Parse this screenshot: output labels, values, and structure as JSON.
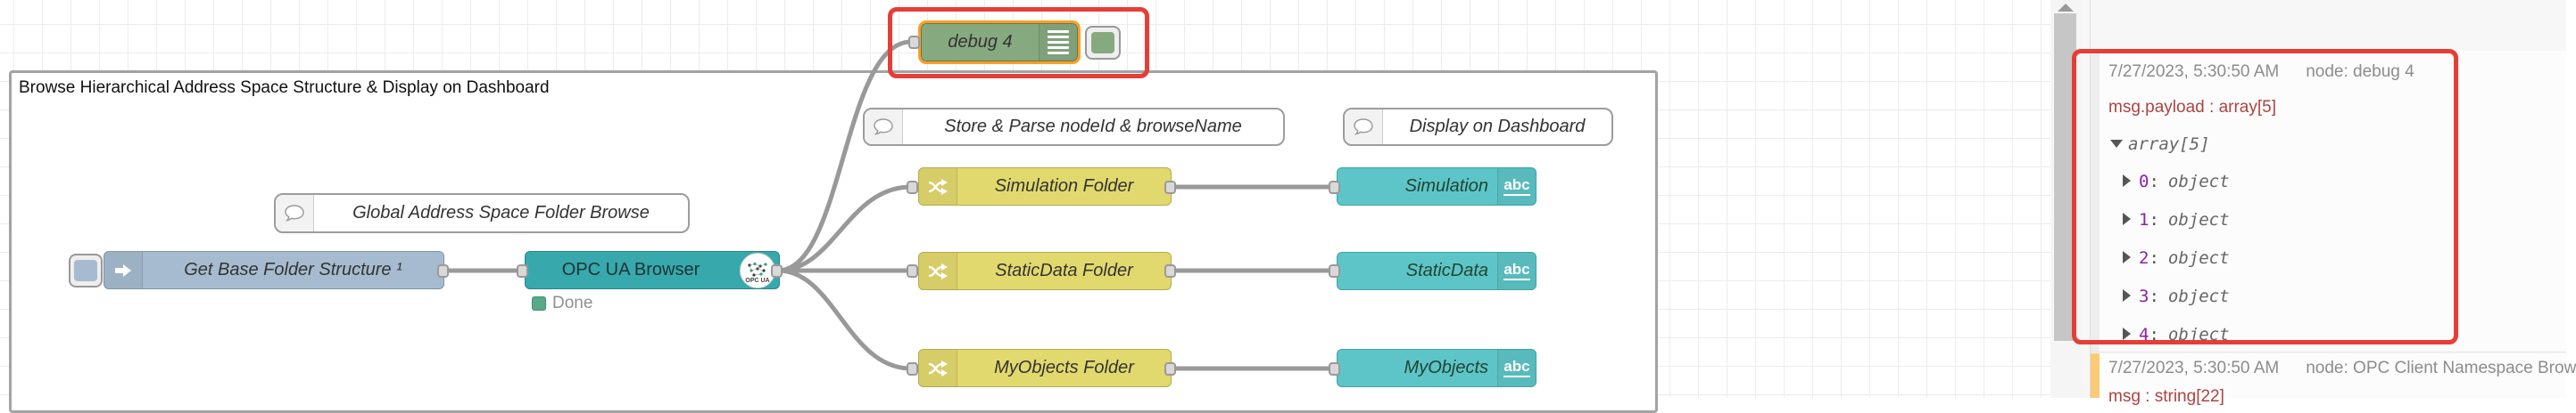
{
  "canvas": {
    "group_label": "Browse Hierarchical Address Space Structure & Display on Dashboard",
    "comments": {
      "store_parse": "Store & Parse nodeId & browseName",
      "display_dashboard": "Display on Dashboard",
      "global_browse": "Global Address Space Folder Browse"
    },
    "nodes": {
      "debug": {
        "label": "debug 4"
      },
      "inject": {
        "label": "Get Base Folder Structure ¹"
      },
      "opcua": {
        "label": "OPC UA Browser",
        "status": "Done",
        "badge": "OPC UA"
      },
      "switches": [
        {
          "label": "Simulation Folder"
        },
        {
          "label": "StaticData Folder"
        },
        {
          "label": "MyObjects Folder"
        }
      ],
      "ui_texts": [
        {
          "label": "Simulation"
        },
        {
          "label": "StaticData"
        },
        {
          "label": "MyObjects"
        }
      ],
      "abc_icon": "abc"
    }
  },
  "sidebar": {
    "messages": [
      {
        "timestamp": "7/27/2023, 5:30:50 AM",
        "node": "node: debug 4",
        "property": "msg.payload : array[5]",
        "tree": {
          "root": "array[5]",
          "items": [
            {
              "index": "0",
              "sep": ":",
              "type": "object"
            },
            {
              "index": "1",
              "sep": ":",
              "type": "object"
            },
            {
              "index": "2",
              "sep": ":",
              "type": "object"
            },
            {
              "index": "3",
              "sep": ":",
              "type": "object"
            },
            {
              "index": "4",
              "sep": ":",
              "type": "object"
            }
          ]
        }
      },
      {
        "timestamp": "7/27/2023, 5:30:50 AM",
        "node": "node: OPC Client Namespace Brow",
        "property": "msg : string[22]"
      }
    ]
  },
  "colors": {
    "debug_green": "#87a980",
    "inject_blue": "#a6bbcf",
    "opcua_teal": "#37a9ad",
    "switch_yellow": "#e2d96e",
    "ui_text_cyan": "#5dc5c7",
    "status_green": "#55aa88",
    "wire_gray": "#999999",
    "selected_orange": "#ff9e22",
    "annotation_red": "#e63e36",
    "message_highlight_orange": "#fbca77"
  }
}
